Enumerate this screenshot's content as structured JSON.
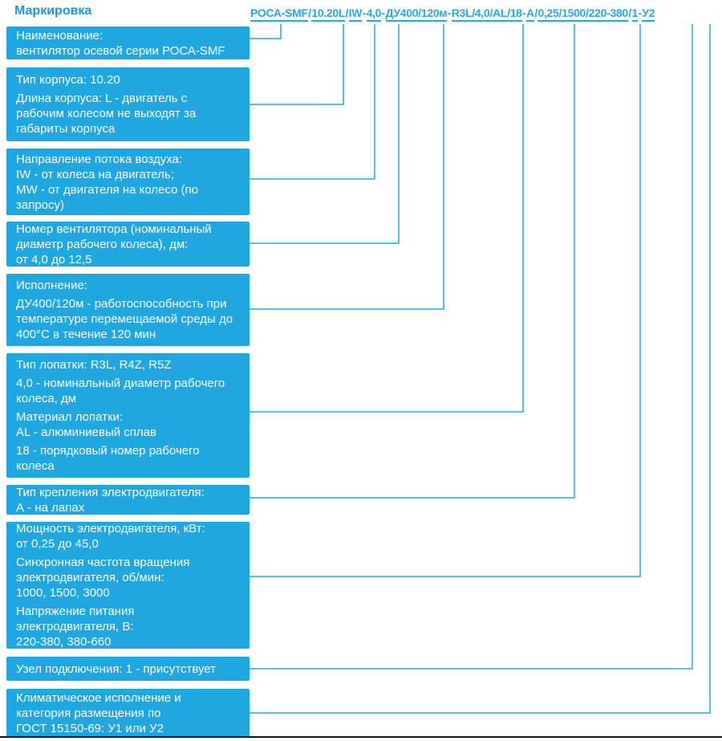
{
  "title": "Маркировка",
  "colors": {
    "accent": "#29a9e0",
    "box_fill": "#21a7df",
    "box_text": "#ffffff",
    "bottom_rule": "#151515"
  },
  "code": {
    "full": "РОСА-SMF/10.20L/IW-4,0-ДУ400/120м-R3L/4,0/AL/18-А/0,25/1500/220-380/1-У2",
    "segments": [
      {
        "text": "РОСА-SMF",
        "sep": "/"
      },
      {
        "text": "10.20L",
        "sep": "/"
      },
      {
        "text": "IW",
        "sep": "-"
      },
      {
        "text": "4,0",
        "sep": "-"
      },
      {
        "text": "ДУ400/120м",
        "sep": "-"
      },
      {
        "text": "R3L/4,0/AL/18",
        "sep": "-"
      },
      {
        "text": "А",
        "sep": "/"
      },
      {
        "text": "0,25/1500/220-380",
        "sep": "/"
      },
      {
        "text": "1",
        "sep": "-"
      },
      {
        "text": "У2",
        "sep": ""
      }
    ]
  },
  "boxes": [
    {
      "key": "name",
      "paragraphs": [
        [
          "Наименование:",
          "вентилятор осевой серии РОСА-SMF"
        ]
      ]
    },
    {
      "key": "housing",
      "paragraphs": [
        [
          "Тип корпуса: 10.20"
        ],
        [
          "Длина корпуса: L - двигатель с",
          "рабочим колесом не выходят за",
          "габариты корпуса"
        ]
      ]
    },
    {
      "key": "airflow",
      "paragraphs": [
        [
          "Направление потока воздуха:",
          "IW - от колеса на двигатель;",
          "MW - от двигателя на колесо (по",
          "запросу)"
        ]
      ]
    },
    {
      "key": "fan-number",
      "paragraphs": [
        [
          "Номер вентилятора (номинальный",
          "диаметр рабочего колеса), дм:",
          "от 4,0 до 12,5"
        ]
      ]
    },
    {
      "key": "design",
      "paragraphs": [
        [
          "Исполнение:"
        ],
        [
          "ДУ400/120м - работоспособность при",
          "температуре перемещаемой среды до",
          "400°С в течение 120 мин"
        ]
      ]
    },
    {
      "key": "blade",
      "paragraphs": [
        [
          "Тип лопатки: R3L, R4Z, R5Z"
        ],
        [
          "4,0 - номинальный диаметр рабочего",
          "колеса, дм"
        ],
        [
          "Материал лопатки:",
          "AL - алюминиевый сплав"
        ],
        [
          "18 - порядковый номер рабочего",
          "колеса"
        ]
      ]
    },
    {
      "key": "motor-mount",
      "paragraphs": [
        [
          "Тип крепления электродвигателя:",
          "А - на лапах"
        ]
      ]
    },
    {
      "key": "motor-power",
      "paragraphs": [
        [
          "Мощность электродвигателя, кВт:",
          "от 0,25 до 45,0"
        ],
        [
          "Синхронная частота вращения",
          "электродвигателя, об/мин:",
          "1000, 1500, 3000"
        ],
        [
          "Напряжение питания",
          "электродвигателя, В:",
          "220-380, 380-660"
        ]
      ]
    },
    {
      "key": "connection-unit",
      "paragraphs": [
        [
          "Узел подключения: 1 - присутствует"
        ]
      ]
    },
    {
      "key": "climatic",
      "paragraphs": [
        [
          "Климатическое исполнение и",
          "категория размещения по",
          "ГОСТ 15150-69: У1 или У2"
        ]
      ]
    }
  ]
}
